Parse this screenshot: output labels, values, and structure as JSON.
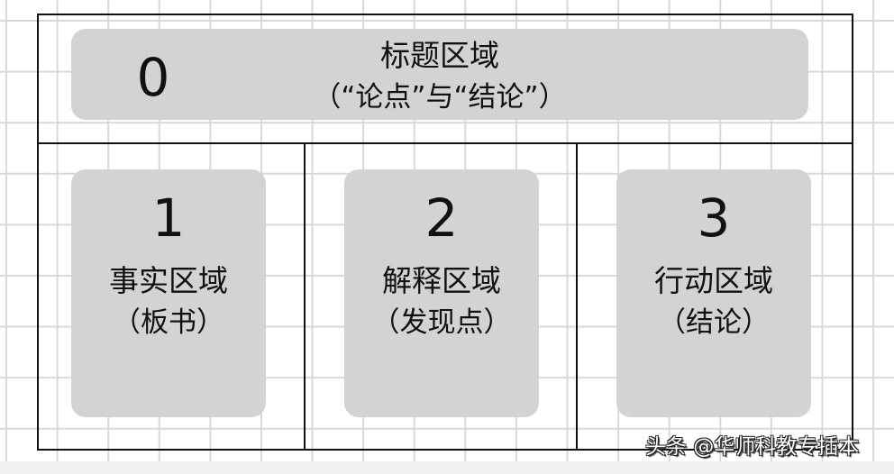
{
  "diagram": {
    "header": {
      "number": "0",
      "title": "标题区域",
      "subtitle": "（“论点”与“结论”）"
    },
    "panels": [
      {
        "number": "1",
        "title": "事实区域",
        "subtitle": "（板书）"
      },
      {
        "number": "2",
        "title": "解释区域",
        "subtitle": "（发现点）"
      },
      {
        "number": "3",
        "title": "行动区域",
        "subtitle": "（结论）"
      }
    ]
  },
  "watermark": {
    "text": "头条 @华师科教专插本"
  },
  "colors": {
    "box_fill": "#d3d3d3",
    "grid_line": "#d9d9d9",
    "frame_line": "#111111",
    "text": "#111111"
  }
}
